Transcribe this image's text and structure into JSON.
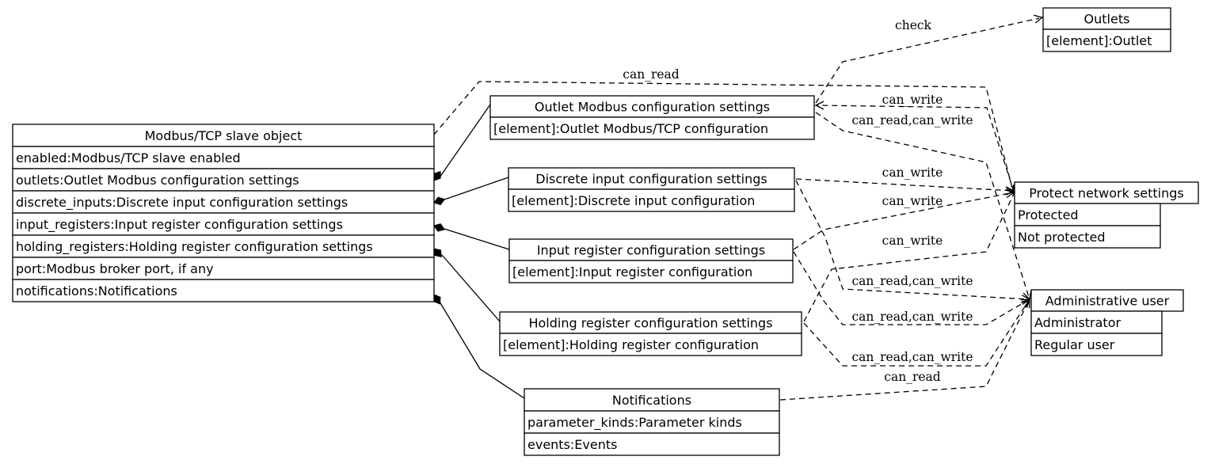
{
  "nodes": [
    {
      "id": "modbus_slave",
      "title": "Modbus/TCP slave object",
      "rows": [
        "enabled:Modbus/TCP slave enabled",
        "outlets:Outlet Modbus configuration settings",
        "discrete_inputs:Discrete input configuration settings",
        "input_registers:Input register configuration settings",
        "holding_registers:Holding register configuration settings",
        "port:Modbus broker port, if any",
        "notifications:Notifications"
      ]
    },
    {
      "id": "outlet_modbus",
      "title": "Outlet Modbus configuration settings",
      "rows": [
        "[element]:Outlet Modbus/TCP configuration"
      ]
    },
    {
      "id": "discrete_input",
      "title": "Discrete input configuration settings",
      "rows": [
        "[element]:Discrete input configuration"
      ]
    },
    {
      "id": "input_register",
      "title": "Input register configuration settings",
      "rows": [
        "[element]:Input register configuration"
      ]
    },
    {
      "id": "holding_register",
      "title": "Holding register configuration settings",
      "rows": [
        "[element]:Holding register configuration"
      ]
    },
    {
      "id": "notifications",
      "title": "Notifications",
      "rows": [
        "parameter_kinds:Parameter kinds",
        "events:Events"
      ]
    },
    {
      "id": "outlets",
      "title": "Outlets",
      "rows": [
        "[element]:Outlet"
      ]
    },
    {
      "id": "protect_network",
      "title": "Protect network settings",
      "rows": [
        "Protected",
        "Not protected"
      ]
    },
    {
      "id": "admin_user",
      "title": "Administrative user",
      "rows": [
        "Administrator",
        "Regular user"
      ]
    }
  ],
  "edge_labels": {
    "check": "check",
    "can_read": "can_read",
    "can_write": "can_write",
    "can_read_can_write": "can_read,can_write"
  }
}
